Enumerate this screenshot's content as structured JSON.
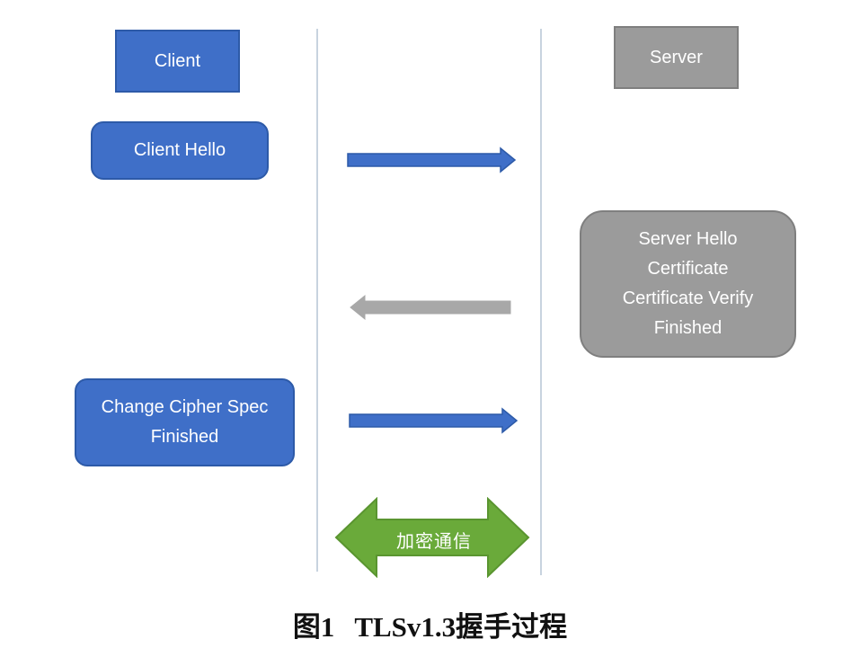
{
  "actors": {
    "client": "Client",
    "server": "Server"
  },
  "messages": {
    "client_hello": [
      "Client Hello"
    ],
    "server_reply": [
      "Server Hello",
      "Certificate",
      "Certificate Verify",
      "Finished"
    ],
    "client_finish": [
      "Change Cipher Spec",
      "Finished"
    ]
  },
  "secure_channel": "加密通信",
  "caption": {
    "number": "图1",
    "text": "TLSv1.3握手过程"
  },
  "colors": {
    "client": "#3f6fc8",
    "server": "#9b9b9b",
    "secure": "#6aaa3a",
    "lane": "#c8d3df"
  }
}
